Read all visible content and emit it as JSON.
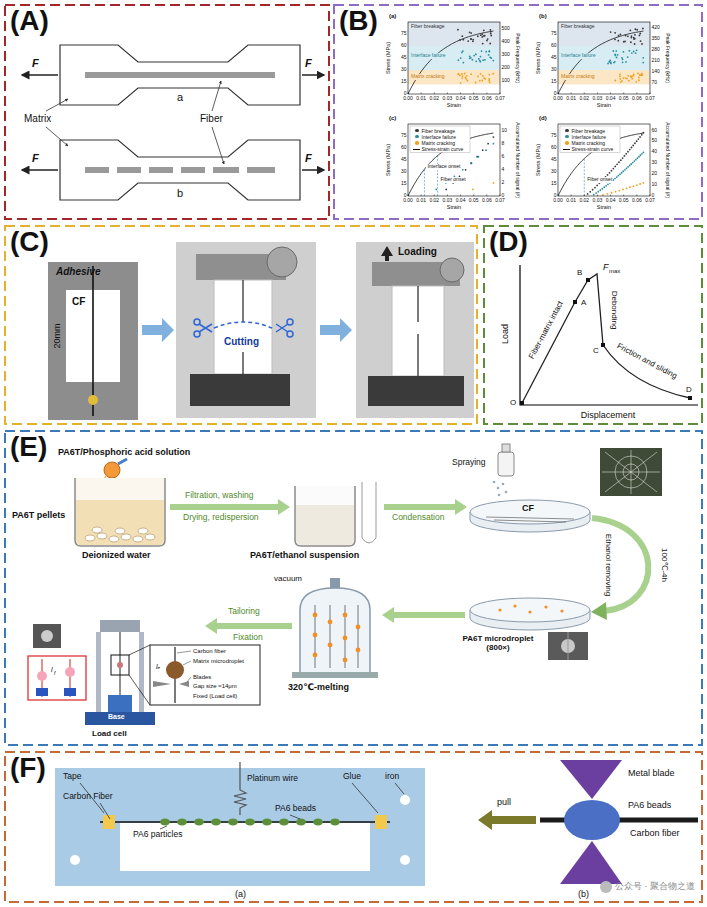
{
  "diagram": {
    "nodes": [
      {
        "text": [
          "(A)"
        ]
      },
      {
        "text": [
          "(B)"
        ]
      },
      {
        "text": [
          "(C)"
        ]
      },
      {
        "text": [
          "(D)"
        ]
      },
      {
        "text": [
          "(E)"
        ]
      },
      {
        "text": [
          "(F)"
        ]
      }
    ],
    "labels": [
      "F",
      "F",
      "Matrix",
      "Fiber",
      "a",
      "F",
      "F",
      "b",
      "(a)",
      "Stress (MPa)",
      "Peak Frequency (kHz)",
      "Strain",
      "0.00",
      "0.01",
      "0.02",
      "0.03",
      "0.04",
      "0.05",
      "0.06",
      "0.07",
      "0",
      "15",
      "30",
      "45",
      "60",
      "75",
      "100",
      "200",
      "300",
      "400",
      "500",
      "Fiber breakage",
      "Interface failure",
      "Matrix cracking",
      "(b)",
      "Stress (MPa)",
      "Peak Frequency (kHz)",
      "Strain",
      "0.00",
      "0.01",
      "0.02",
      "0.03",
      "0.04",
      "0.05",
      "0.06",
      "0.07",
      "0",
      "15",
      "30",
      "45",
      "60",
      "75",
      "70",
      "140",
      "210",
      "280",
      "350",
      "420",
      "Fiber breakage",
      "Interface failure",
      "Matrix cracking",
      "(c)",
      "Stress (MPa)",
      "Accumulated Number of signal (#)",
      "Strain",
      "0.00",
      "0.01",
      "0.02",
      "0.03",
      "0.04",
      "0.05",
      "0.06",
      "0.07",
      "0",
      "15",
      "30",
      "45",
      "60",
      "75",
      "0",
      "2",
      "4",
      "6",
      "8",
      "10",
      "Interface onset",
      "Fiber onset",
      "(d)",
      "Stress (MPa)",
      "Accumulated Number of signal (#)",
      "Strain",
      "0.00",
      "0.01",
      "0.02",
      "0.03",
      "0.04",
      "0.05",
      "0.06",
      "0.07",
      "0",
      "15",
      "30",
      "45",
      "60",
      "75",
      "0",
      "10",
      "20",
      "30",
      "40",
      "50",
      "60",
      "Fiber onset",
      "Adhesive",
      "CF",
      "20mm",
      "Cutting",
      "Loading",
      "Load",
      "Displacement",
      "O",
      "A",
      "B",
      "C",
      "D",
      "F",
      "max",
      "Fiber-matrix intact",
      "Debonding",
      "Friction and sliding",
      "PA6T/Phosphoric acid solution",
      "PA6T pellets",
      "Deionized water",
      "Filtration, washing",
      "Drying, redispersion",
      "PA6T/ethanol suspension",
      "Spraying",
      "Condensation",
      "CF",
      "Ethanol removing",
      "100℃-4h",
      "PA6T microdroplet (800×)",
      "vacuum",
      "320℃-melting",
      "Tailoring",
      "Fixation",
      "Carbon fiber",
      "Matrix microdroplet",
      "Blades",
      "Gap size ≈14μm",
      "Fixed (Load cell)",
      "lₑ",
      "l",
      "f",
      "Base",
      "Load cell",
      "Tape",
      "Carbon Fiber",
      "Platinum wire",
      "PA6 particles",
      "PA6 beads",
      "Glue",
      "iron",
      "(a)",
      "Metal blade",
      "PA6 beads",
      "Carbon fiber",
      "pull",
      "(b)",
      "公众号 · 聚合物之道"
    ],
    "legend": [
      {
        "text": "Fiber breakage",
        "color": "#3a3a3a"
      },
      {
        "text": "Interface failure",
        "color": "#2a8fa0"
      },
      {
        "text": "Matrix cracking",
        "color": "#f0a020"
      },
      {
        "text": "Stress-strain curve"
      },
      {
        "text": "Fiber breakage",
        "color": "#3a3a3a"
      },
      {
        "text": "Interface failure",
        "color": "#2a8fa0"
      },
      {
        "text": "Matrix cracking",
        "color": "#f0a020"
      },
      {
        "text": "Stress-strain curve"
      }
    ]
  }
}
